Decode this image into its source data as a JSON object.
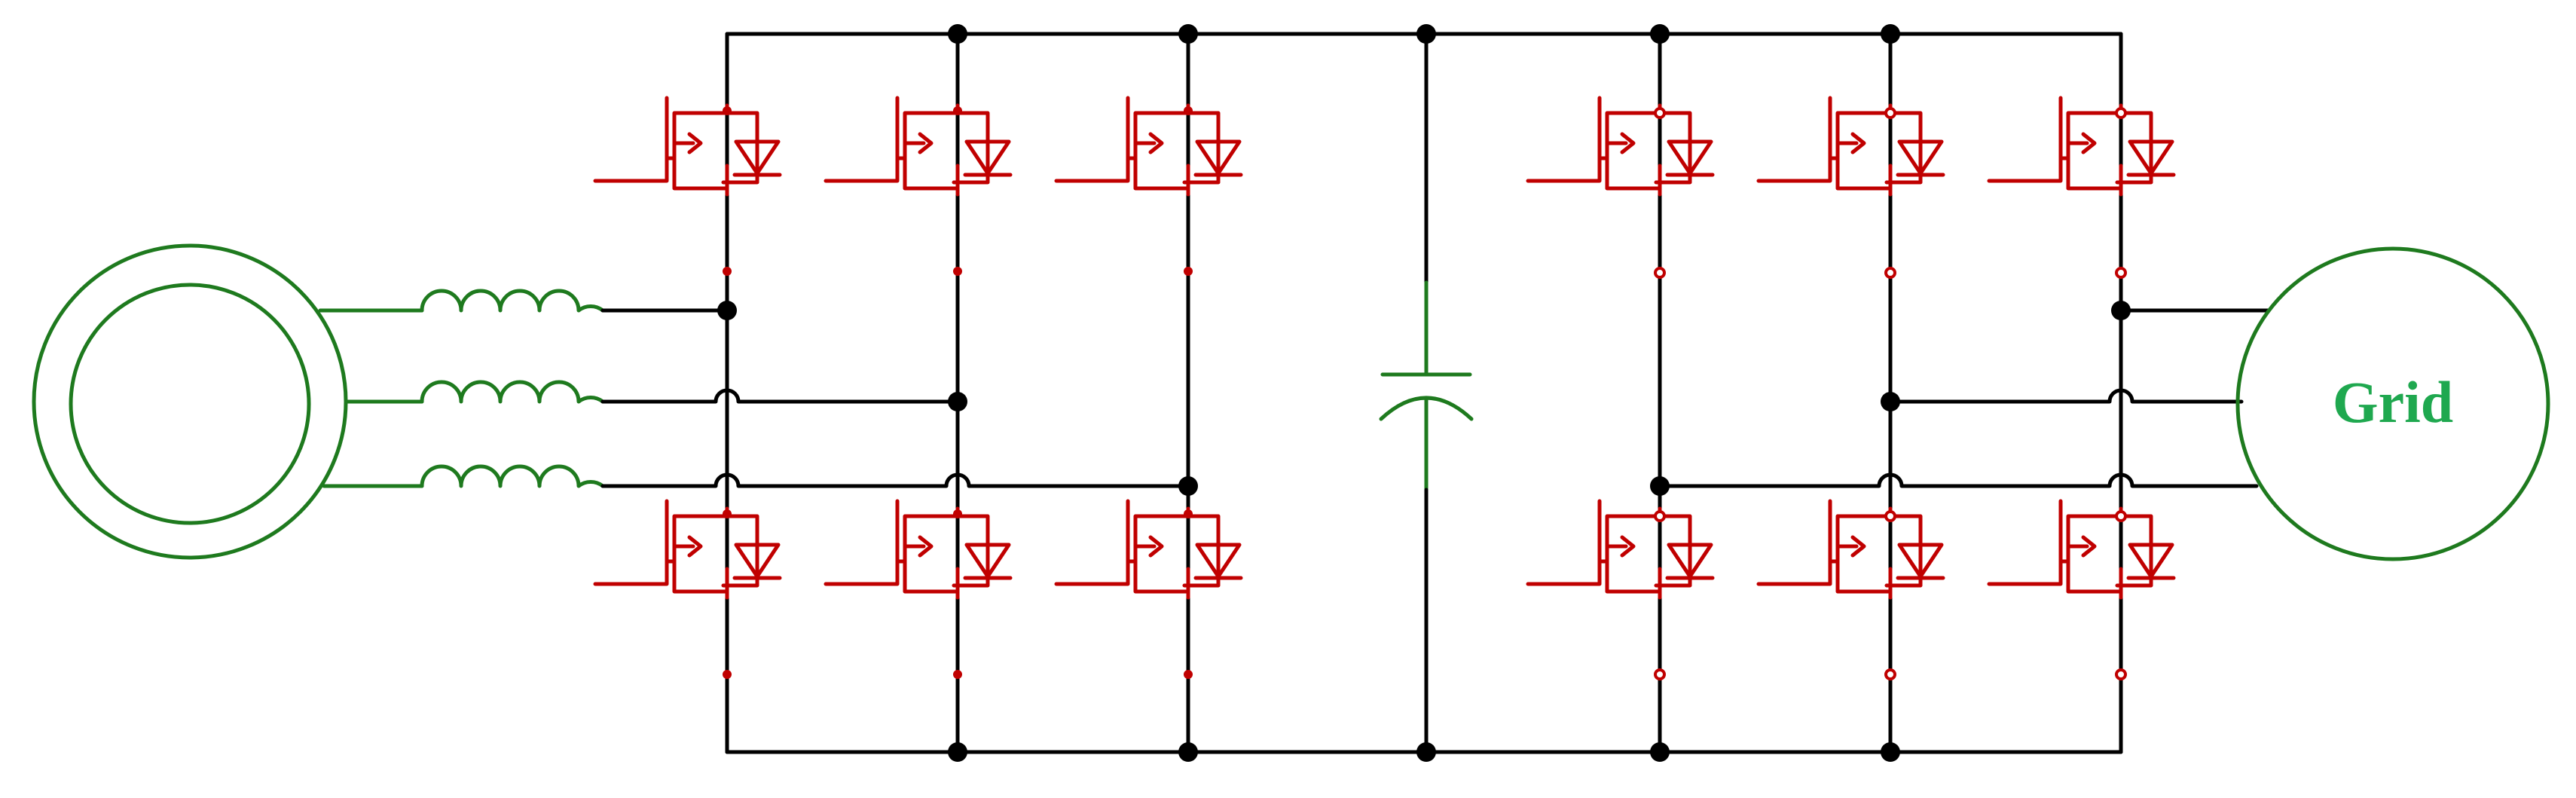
{
  "diagram": {
    "grid_label": "Grid",
    "colors": {
      "wire": "#000000",
      "switch": "#c00000",
      "passive": "#1e7a1e",
      "grid_text": "#1fa84f",
      "background": "#ffffff"
    },
    "components": {
      "generator": "machine-icon",
      "filter_inductors": 3,
      "dc_link_capacitor": 1,
      "machine_side_switches": 6,
      "grid_side_switches": 6
    }
  }
}
